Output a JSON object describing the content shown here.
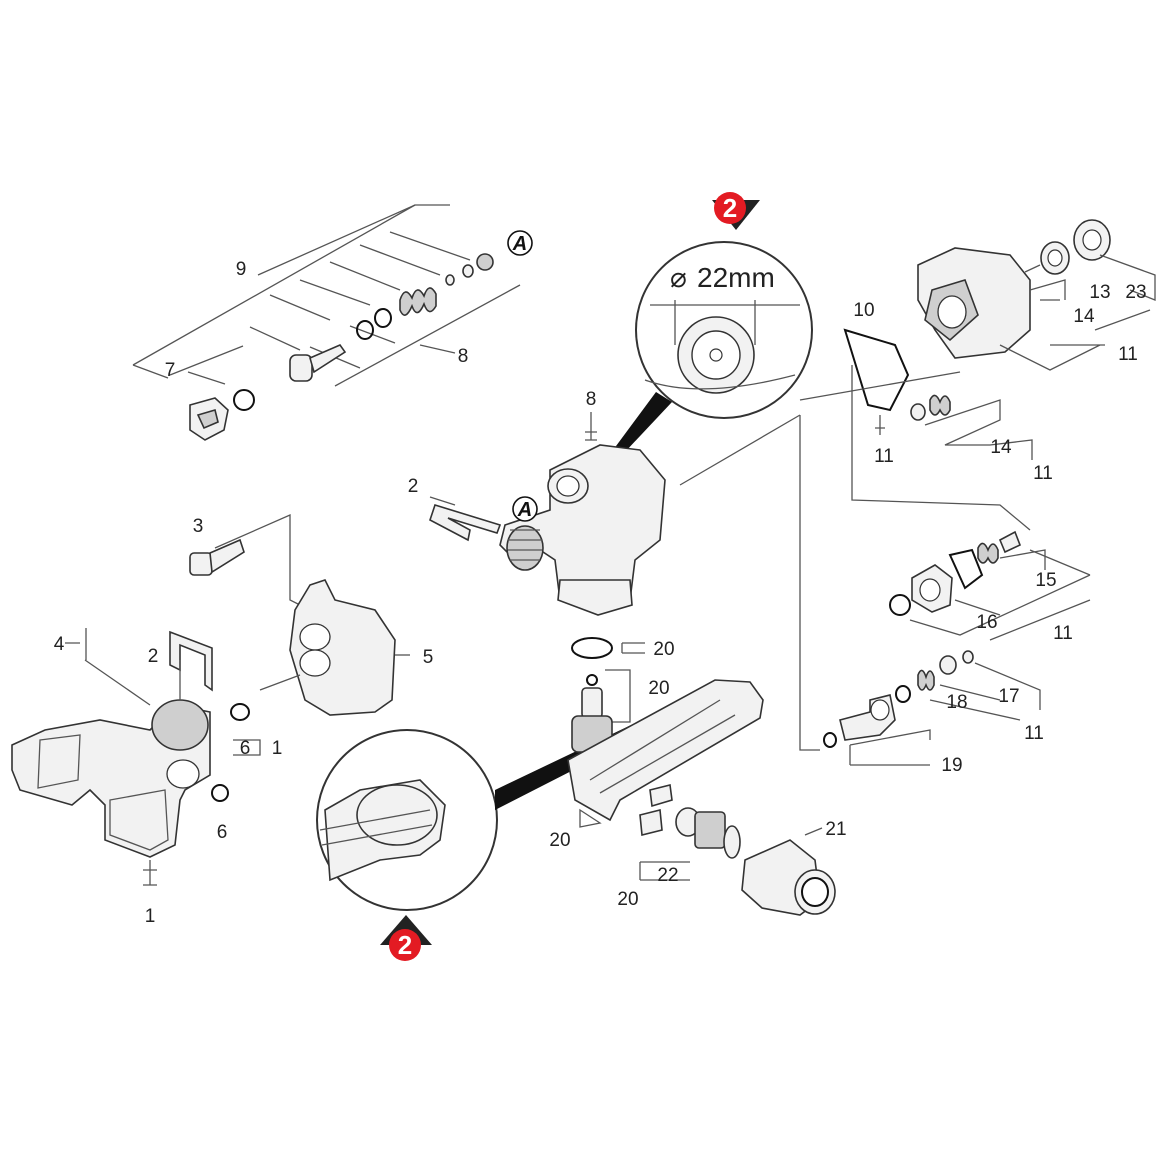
{
  "callouts": {
    "badge": "2",
    "ref_a": "A",
    "diameter_symbol": "⌀",
    "diameter_value": "22mm"
  },
  "labels": {
    "p1a": "1",
    "p1b": "1",
    "p2a": "2",
    "p2b": "2",
    "p3": "3",
    "p4": "4",
    "p5": "5",
    "p6a": "6",
    "p6b": "6",
    "p7": "7",
    "p8a": "8",
    "p8b": "8",
    "p9": "9",
    "p10": "10",
    "p11a": "11",
    "p11b": "11",
    "p11c": "11",
    "p11d": "11",
    "p11e": "11",
    "p13": "13",
    "p14a": "14",
    "p14b": "14",
    "p15": "15",
    "p16": "16",
    "p17": "17",
    "p18": "18",
    "p19": "19",
    "p20a": "20",
    "p20b": "20",
    "p20c": "20",
    "p20d": "20",
    "p21": "21",
    "p22": "22",
    "p23": "23"
  },
  "colors": {
    "badge": "#e31b23",
    "arrow": "#222222",
    "line": "#555555"
  }
}
